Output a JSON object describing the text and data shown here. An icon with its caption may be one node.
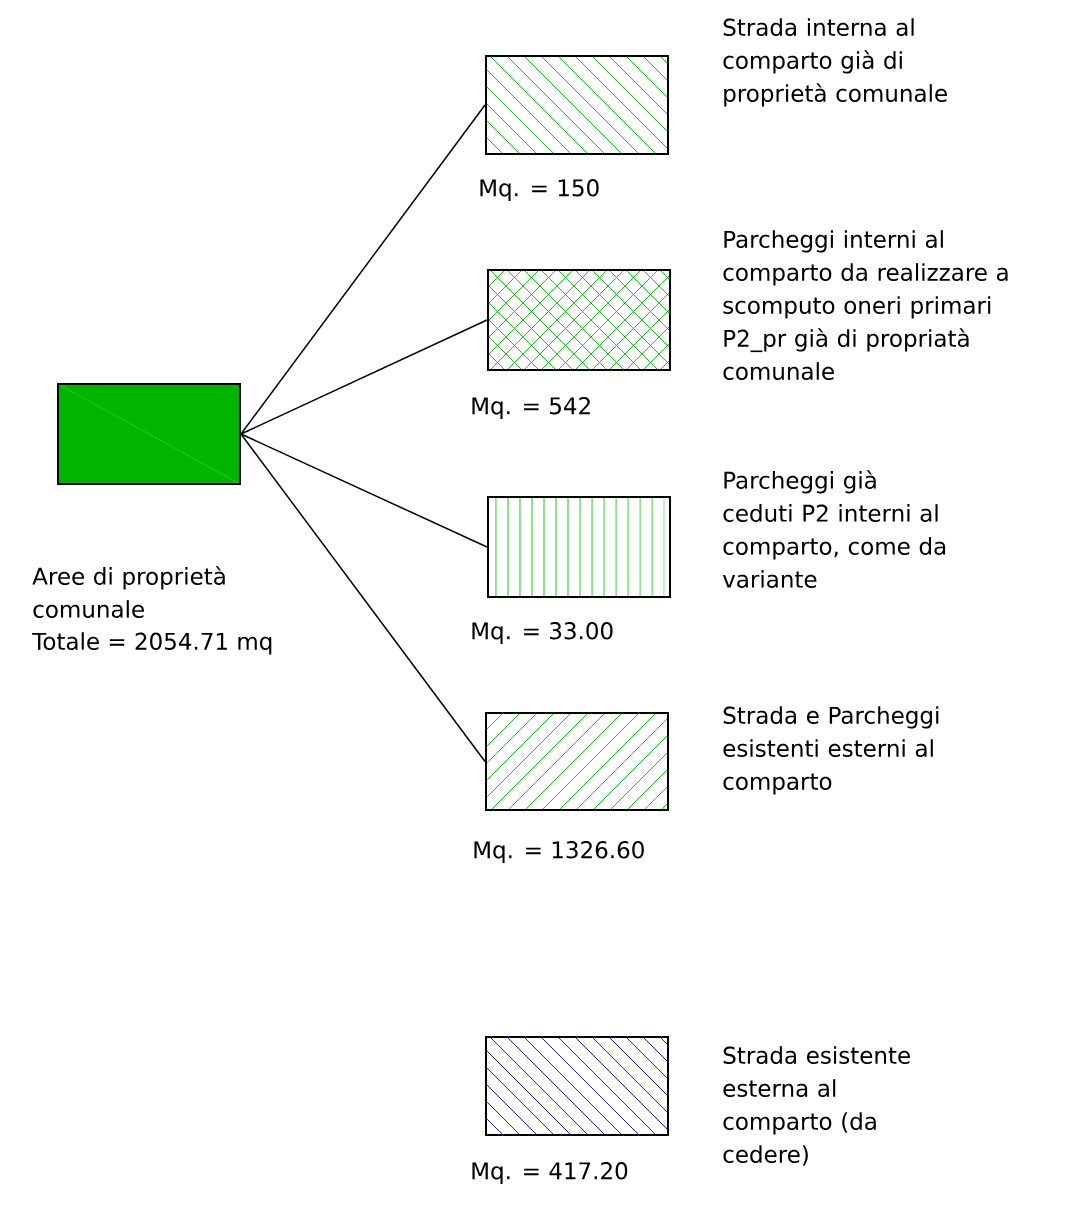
{
  "diagram": {
    "nodes": [
      {
        "text": [],
        "shape": "box",
        "beside": [
          "Aree di proprietà comunale",
          "Totale = 2054.71 mq"
        ]
      },
      {
        "text": [],
        "shape": "box",
        "beside": [
          "Strada interna al comparto già di proprietà comunale",
          "Mq. = 150"
        ]
      },
      {
        "text": [],
        "shape": "box",
        "beside": [
          "Parcheggi interni al comparto da realizzare a scomputo oneri primari P2_pr già di propriatà comunale",
          "Mq. = 542"
        ]
      },
      {
        "text": [],
        "shape": "box",
        "beside": [
          "Parcheggi già ceduti P2 interni al comparto, come da variante",
          "Mq. = 33.00"
        ]
      },
      {
        "text": [],
        "shape": "box",
        "beside": [
          "Strada e Parcheggi esistenti esterni al comparto",
          "Mq. = 1326.60"
        ]
      },
      {
        "text": [],
        "shape": "box",
        "beside": [
          "Strada esistente esterna al comparto (da cedere)",
          "Mq. = 417.20"
        ]
      }
    ],
    "edges": [
      {
        "from": 0,
        "to": 1,
        "arrow": "none"
      },
      {
        "from": 0,
        "to": 2,
        "arrow": "none"
      },
      {
        "from": 0,
        "to": 3,
        "arrow": "none"
      },
      {
        "from": 0,
        "to": 4,
        "arrow": "none"
      }
    ]
  }
}
